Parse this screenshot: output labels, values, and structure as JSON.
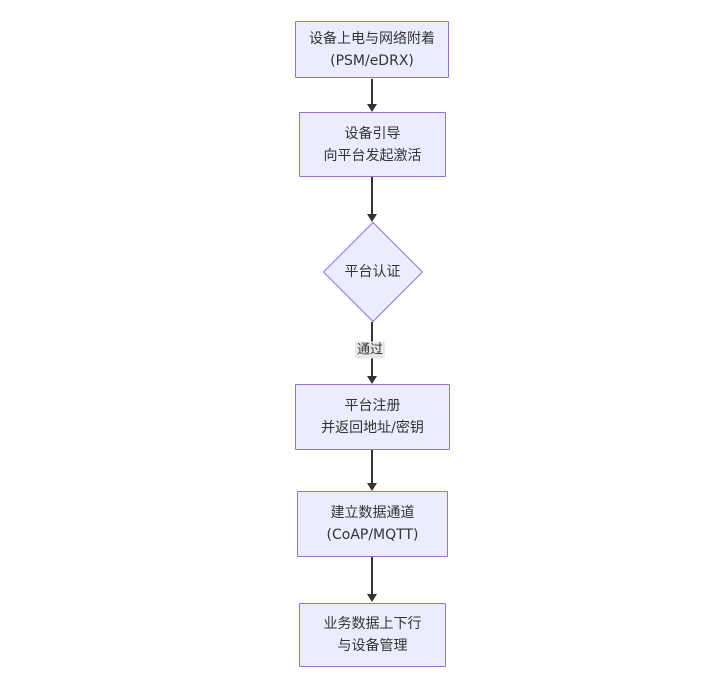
{
  "theme": {
    "background": "#ffffff",
    "node_fill": "#ececff",
    "node_border": "#9370db",
    "text_color": "#333333",
    "arrow_color": "#333333",
    "edge_label_bg": "#e8e8e8"
  },
  "flowchart": {
    "nodes": [
      {
        "id": "power-network-attach",
        "shape": "rect",
        "line1": "设备上电与网络附着",
        "line2": "(PSM/eDRX)"
      },
      {
        "id": "device-bootstrap",
        "shape": "rect",
        "line1": "设备引导",
        "line2": "向平台发起激活"
      },
      {
        "id": "platform-auth",
        "shape": "diamond",
        "line1": "平台认证",
        "line2": ""
      },
      {
        "id": "platform-register",
        "shape": "rect",
        "line1": "平台注册",
        "line2": "并返回地址/密钥"
      },
      {
        "id": "data-channel",
        "shape": "rect",
        "line1": "建立数据通道",
        "line2": "(CoAP/MQTT)"
      },
      {
        "id": "business-data",
        "shape": "rect",
        "line1": "业务数据上下行",
        "line2": "与设备管理"
      }
    ],
    "edge_labels": {
      "pass": "通过"
    }
  }
}
